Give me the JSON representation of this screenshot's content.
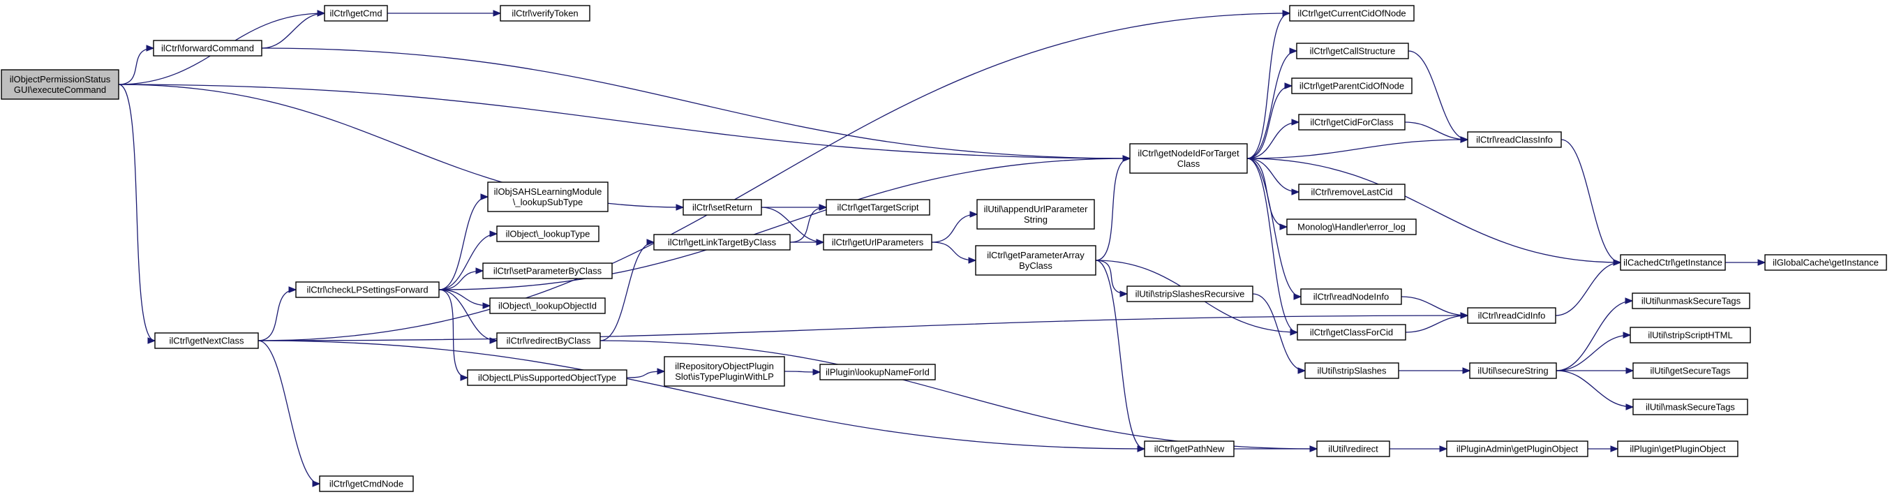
{
  "graph": {
    "colors": {
      "edge": "#191970",
      "node_fill": "#ffffff",
      "root_fill": "#bfbfbf",
      "node_border": "#000000",
      "truncated_border": "#ff0000"
    },
    "nodes": [
      {
        "id": "root",
        "lines": [
          "ilObjectPermissionStatus",
          "GUI\\executeCommand"
        ],
        "root": true
      },
      {
        "id": "getCmd",
        "lines": [
          "ilCtrl\\getCmd"
        ]
      },
      {
        "id": "verifyToken",
        "lines": [
          "ilCtrl\\verifyToken"
        ]
      },
      {
        "id": "forwardCommand",
        "lines": [
          "ilCtrl\\forwardCommand"
        ]
      },
      {
        "id": "getCurrentCidOfNode",
        "lines": [
          "ilCtrl\\getCurrentCidOfNode"
        ]
      },
      {
        "id": "getCallStructure",
        "lines": [
          "ilCtrl\\getCallStructure"
        ]
      },
      {
        "id": "getParentCidOfNode",
        "lines": [
          "ilCtrl\\getParentCidOfNode"
        ]
      },
      {
        "id": "getCidForClass",
        "lines": [
          "ilCtrl\\getCidForClass"
        ]
      },
      {
        "id": "getNodeIdForTargetClass",
        "lines": [
          "ilCtrl\\getNodeIdForTarget",
          "Class"
        ]
      },
      {
        "id": "readClassInfo",
        "lines": [
          "ilCtrl\\readClassInfo"
        ]
      },
      {
        "id": "removeLastCid",
        "lines": [
          "ilCtrl\\removeLastCid"
        ]
      },
      {
        "id": "errorLog",
        "lines": [
          "Monolog\\Handler\\error_log"
        ]
      },
      {
        "id": "lookupSubType",
        "lines": [
          "ilObjSAHSLearningModule",
          "\\_lookupSubType"
        ]
      },
      {
        "id": "setReturn",
        "lines": [
          "ilCtrl\\setReturn"
        ]
      },
      {
        "id": "getTargetScript",
        "lines": [
          "ilCtrl\\getTargetScript"
        ]
      },
      {
        "id": "appendUrlParameterString",
        "lines": [
          "ilUtil\\appendUrlParameter",
          "String"
        ]
      },
      {
        "id": "lookupType",
        "lines": [
          "ilObject\\_lookupType"
        ]
      },
      {
        "id": "getLinkTargetByClass",
        "lines": [
          "ilCtrl\\getLinkTargetByClass"
        ]
      },
      {
        "id": "getUrlParameters",
        "lines": [
          "ilCtrl\\getUrlParameters"
        ]
      },
      {
        "id": "getParameterArrayByClass",
        "lines": [
          "ilCtrl\\getParameterArray",
          "ByClass"
        ]
      },
      {
        "id": "setParameterByClass",
        "lines": [
          "ilCtrl\\setParameterByClass"
        ]
      },
      {
        "id": "cachedGetInstance",
        "lines": [
          "ilCachedCtrl\\getInstance"
        ]
      },
      {
        "id": "globalCacheGetInstance",
        "lines": [
          "ilGlobalCache\\getInstance"
        ]
      },
      {
        "id": "checkLPSettingsForward",
        "lines": [
          "ilCtrl\\checkLPSettingsForward"
        ]
      },
      {
        "id": "lookupObjectId",
        "lines": [
          "ilObject\\_lookupObjectId"
        ]
      },
      {
        "id": "stripSlashesRecursive",
        "lines": [
          "ilUtil\\stripSlashesRecursive"
        ]
      },
      {
        "id": "readNodeInfo",
        "lines": [
          "ilCtrl\\readNodeInfo"
        ]
      },
      {
        "id": "unmaskSecureTags",
        "lines": [
          "ilUtil\\unmaskSecureTags"
        ],
        "truncated": true
      },
      {
        "id": "readCidInfo",
        "lines": [
          "ilCtrl\\readCidInfo"
        ]
      },
      {
        "id": "redirectByClass",
        "lines": [
          "ilCtrl\\redirectByClass"
        ]
      },
      {
        "id": "getClassForCid",
        "lines": [
          "ilCtrl\\getClassForCid"
        ]
      },
      {
        "id": "getNextClass",
        "lines": [
          "ilCtrl\\getNextClass"
        ]
      },
      {
        "id": "stripScriptHTML",
        "lines": [
          "ilUtil\\stripScriptHTML"
        ]
      },
      {
        "id": "isTypePluginWithLP",
        "lines": [
          "ilRepositoryObjectPlugin",
          "Slot\\isTypePluginWithLP"
        ]
      },
      {
        "id": "lookupNameForId",
        "lines": [
          "ilPlugin\\lookupNameForId"
        ]
      },
      {
        "id": "stripSlashes",
        "lines": [
          "ilUtil\\stripSlashes"
        ]
      },
      {
        "id": "secureString",
        "lines": [
          "ilUtil\\secureString"
        ]
      },
      {
        "id": "getSecureTags",
        "lines": [
          "ilUtil\\getSecureTags"
        ]
      },
      {
        "id": "isSupportedObjectType",
        "lines": [
          "ilObjectLP\\isSupportedObjectType"
        ]
      },
      {
        "id": "maskSecureTags",
        "lines": [
          "ilUtil\\maskSecureTags"
        ],
        "truncated": true
      },
      {
        "id": "getPathNew",
        "lines": [
          "ilCtrl\\getPathNew"
        ]
      },
      {
        "id": "redirect",
        "lines": [
          "ilUtil\\redirect"
        ]
      },
      {
        "id": "getPluginObjectAdmin",
        "lines": [
          "ilPluginAdmin\\getPluginObject"
        ]
      },
      {
        "id": "getPluginObject",
        "lines": [
          "ilPlugin\\getPluginObject"
        ],
        "truncated": true
      },
      {
        "id": "getCmdNode",
        "lines": [
          "ilCtrl\\getCmdNode"
        ]
      }
    ],
    "edges": [
      [
        "root",
        "getCmd"
      ],
      [
        "root",
        "forwardCommand"
      ],
      [
        "root",
        "getNodeIdForTargetClass"
      ],
      [
        "root",
        "setReturn"
      ],
      [
        "root",
        "getNextClass"
      ],
      [
        "getCmd",
        "verifyToken"
      ],
      [
        "forwardCommand",
        "getCmd"
      ],
      [
        "forwardCommand",
        "getNodeIdForTargetClass"
      ],
      [
        "getNodeIdForTargetClass",
        "getCurrentCidOfNode"
      ],
      [
        "getNodeIdForTargetClass",
        "getCallStructure"
      ],
      [
        "getNodeIdForTargetClass",
        "getParentCidOfNode"
      ],
      [
        "getNodeIdForTargetClass",
        "getCidForClass"
      ],
      [
        "getNodeIdForTargetClass",
        "readClassInfo"
      ],
      [
        "getNodeIdForTargetClass",
        "removeLastCid"
      ],
      [
        "getNodeIdForTargetClass",
        "errorLog"
      ],
      [
        "getNodeIdForTargetClass",
        "cachedGetInstance"
      ],
      [
        "getNodeIdForTargetClass",
        "readNodeInfo"
      ],
      [
        "getNodeIdForTargetClass",
        "getClassForCid"
      ],
      [
        "getCallStructure",
        "readClassInfo"
      ],
      [
        "getCidForClass",
        "readClassInfo"
      ],
      [
        "readClassInfo",
        "cachedGetInstance"
      ],
      [
        "cachedGetInstance",
        "globalCacheGetInstance"
      ],
      [
        "setReturn",
        "getTargetScript"
      ],
      [
        "setReturn",
        "getUrlParameters"
      ],
      [
        "getLinkTargetByClass",
        "getTargetScript"
      ],
      [
        "getLinkTargetByClass",
        "getUrlParameters"
      ],
      [
        "getUrlParameters",
        "appendUrlParameterString"
      ],
      [
        "getUrlParameters",
        "getParameterArrayByClass"
      ],
      [
        "getParameterArrayByClass",
        "getNodeIdForTargetClass"
      ],
      [
        "getParameterArrayByClass",
        "stripSlashesRecursive"
      ],
      [
        "getParameterArrayByClass",
        "getClassForCid"
      ],
      [
        "getParameterArrayByClass",
        "getPathNew"
      ],
      [
        "stripSlashesRecursive",
        "stripSlashes"
      ],
      [
        "readNodeInfo",
        "readCidInfo"
      ],
      [
        "getClassForCid",
        "readCidInfo"
      ],
      [
        "readCidInfo",
        "cachedGetInstance"
      ],
      [
        "stripSlashes",
        "secureString"
      ],
      [
        "secureString",
        "unmaskSecureTags"
      ],
      [
        "secureString",
        "stripScriptHTML"
      ],
      [
        "secureString",
        "getSecureTags"
      ],
      [
        "secureString",
        "maskSecureTags"
      ],
      [
        "checkLPSettingsForward",
        "getNodeIdForTargetClass"
      ],
      [
        "checkLPSettingsForward",
        "lookupSubType"
      ],
      [
        "checkLPSettingsForward",
        "lookupType"
      ],
      [
        "checkLPSettingsForward",
        "setParameterByClass"
      ],
      [
        "checkLPSettingsForward",
        "lookupObjectId"
      ],
      [
        "checkLPSettingsForward",
        "redirectByClass"
      ],
      [
        "checkLPSettingsForward",
        "isSupportedObjectType"
      ],
      [
        "redirectByClass",
        "getLinkTargetByClass"
      ],
      [
        "redirectByClass",
        "redirect"
      ],
      [
        "isSupportedObjectType",
        "isTypePluginWithLP"
      ],
      [
        "isTypePluginWithLP",
        "lookupNameForId"
      ],
      [
        "getNextClass",
        "getCurrentCidOfNode"
      ],
      [
        "getNextClass",
        "checkLPSettingsForward"
      ],
      [
        "getNextClass",
        "readCidInfo"
      ],
      [
        "getNextClass",
        "getPathNew"
      ],
      [
        "getNextClass",
        "getCmdNode"
      ],
      [
        "getPathNew",
        "redirect"
      ],
      [
        "redirect",
        "getPluginObjectAdmin"
      ],
      [
        "getPluginObjectAdmin",
        "getPluginObject"
      ]
    ]
  }
}
